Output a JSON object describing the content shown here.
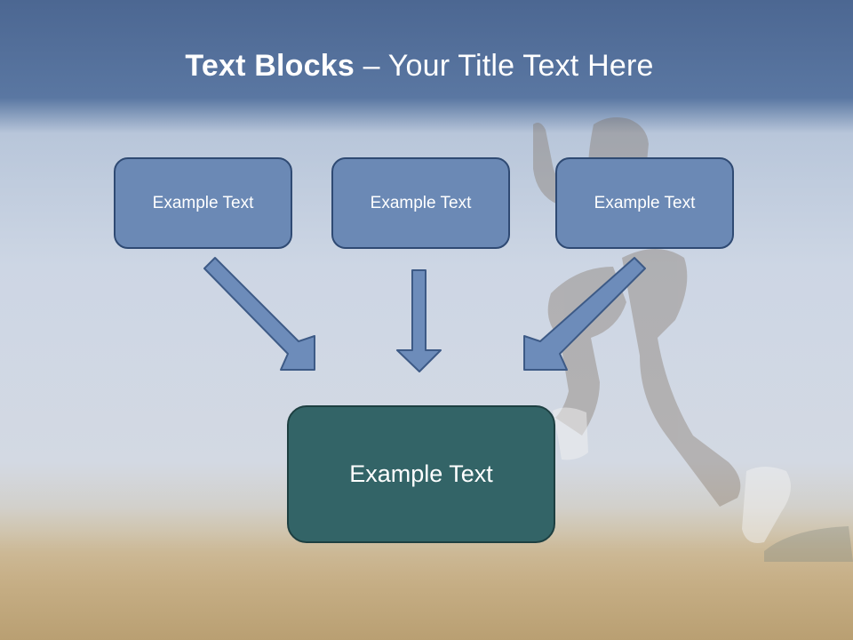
{
  "title": {
    "bold": "Text Blocks",
    "separator": " – ",
    "rest": "Your Title Text Here"
  },
  "blocks": [
    {
      "label": "Example Text"
    },
    {
      "label": "Example Text"
    },
    {
      "label": "Example Text"
    }
  ],
  "main_block": {
    "label": "Example Text"
  },
  "colors": {
    "header": "#4c6792",
    "block_fill": "#6b89b5",
    "block_border": "#2f4a73",
    "main_fill": "#336467",
    "main_border": "#1d3f41",
    "arrow_fill": "#6d8cba",
    "arrow_stroke": "#3d5a86"
  }
}
